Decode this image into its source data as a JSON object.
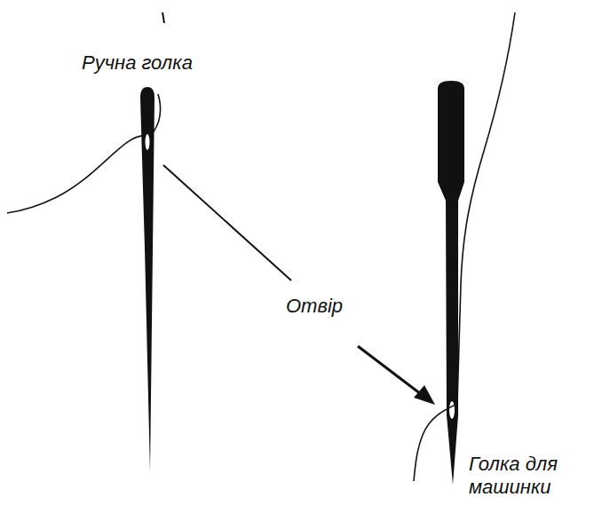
{
  "diagram": {
    "labels": [
      "Ручна голка",
      "Отвір",
      "Голка для машинки"
    ]
  }
}
